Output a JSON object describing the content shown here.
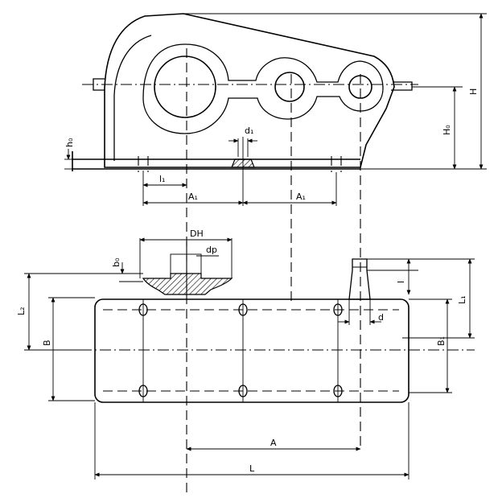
{
  "labels": {
    "H": "H",
    "H0": "H₀",
    "h0_top": "h₀",
    "d1": "d₁",
    "l1": "l₁",
    "A1_left": "A₁",
    "A1_right": "A₁",
    "DH": "DН",
    "dp": "dр",
    "b0": "b₀",
    "L2": "L₂",
    "B": "B",
    "B1": "B₁",
    "L1": "L₁",
    "l": "l",
    "d": "d",
    "A": "A",
    "L": "L"
  }
}
